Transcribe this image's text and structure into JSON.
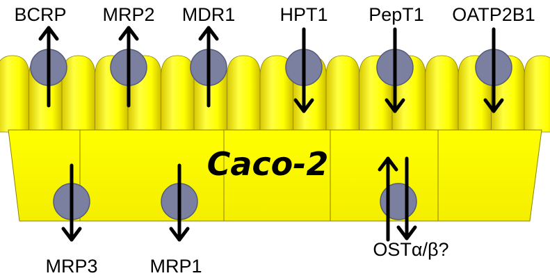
{
  "colors": {
    "cell_fill": "#FFFF00",
    "cell_shade": "#D9C400",
    "cell_outline": "#8C8200",
    "transporter_fill": "#7B80A0",
    "transporter_outline": "#555A78",
    "arrow": "#000000"
  },
  "diagram": {
    "cell_label": "Caco-2",
    "apical_transporters": [
      {
        "name": "BCRP",
        "direction": "efflux"
      },
      {
        "name": "MRP2",
        "direction": "efflux"
      },
      {
        "name": "MDR1",
        "direction": "efflux"
      },
      {
        "name": "HPT1",
        "direction": "uptake"
      },
      {
        "name": "PepT1",
        "direction": "uptake"
      },
      {
        "name": "OATP2B1",
        "direction": "uptake"
      }
    ],
    "basolateral_transporters": [
      {
        "name": "MRP3",
        "direction": "efflux"
      },
      {
        "name": "MRP1",
        "direction": "efflux"
      },
      {
        "name": "OSTα/β?",
        "direction": "bidirectional"
      }
    ]
  }
}
